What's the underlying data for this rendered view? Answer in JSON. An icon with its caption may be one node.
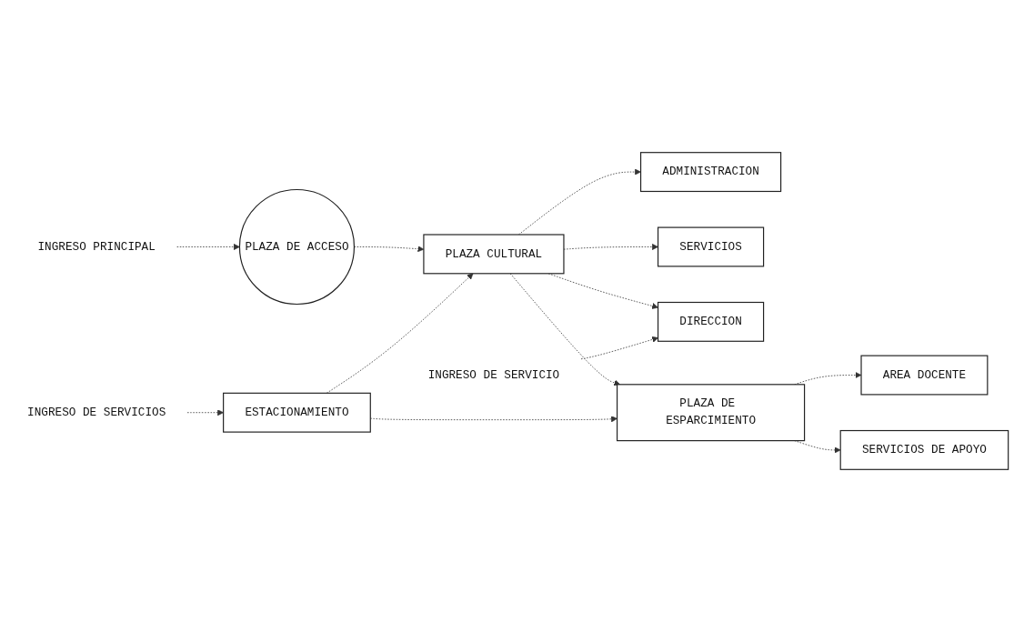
{
  "diagram": {
    "nodes": [
      {
        "text": [
          "INGRESO PRINCIPAL"
        ]
      },
      {
        "text": [
          "PLAZA DE ACCESO"
        ]
      },
      {
        "text": [
          "PLAZA CULTURAL"
        ]
      },
      {
        "text": [
          "ADMINISTRACION"
        ]
      },
      {
        "text": [
          "SERVICIOS"
        ]
      },
      {
        "text": [
          "DIRECCION"
        ]
      },
      {
        "text": [
          "INGRESO DE SERVICIO"
        ]
      },
      {
        "text": [
          "AREA DOCENTE"
        ]
      },
      {
        "text": [
          "PLAZA DE ESPARCIMIENTO"
        ]
      },
      {
        "text": [
          "SERVICIOS DE APOYO"
        ]
      },
      {
        "text": [
          "ESTACIONAMIENTO"
        ]
      },
      {
        "text": [
          "INGRESO DE SERVICIOS"
        ]
      }
    ],
    "edges": [
      {
        "from": 0,
        "to": 1,
        "arrow": "to",
        "style": "dashed"
      },
      {
        "from": 1,
        "to": 2,
        "arrow": "to",
        "style": "dashed"
      },
      {
        "from": 2,
        "to": 3,
        "arrow": "to",
        "style": "dashed"
      },
      {
        "from": 2,
        "to": 4,
        "arrow": "to",
        "style": "dashed"
      },
      {
        "from": 2,
        "to": 5,
        "arrow": "to",
        "style": "dashed"
      },
      {
        "from": 6,
        "to": 5,
        "arrow": "to",
        "style": "dashed"
      },
      {
        "from": 2,
        "to": 8,
        "arrow": "to",
        "style": "dashed"
      },
      {
        "from": 8,
        "to": 7,
        "arrow": "to",
        "style": "dashed"
      },
      {
        "from": 8,
        "to": 9,
        "arrow": "to",
        "style": "dashed"
      },
      {
        "from": 10,
        "to": 2,
        "arrow": "to",
        "style": "dashed"
      },
      {
        "from": 10,
        "to": 8,
        "arrow": "to",
        "style": "dashed"
      },
      {
        "from": 11,
        "to": 10,
        "arrow": "to",
        "style": "dashed"
      }
    ]
  }
}
